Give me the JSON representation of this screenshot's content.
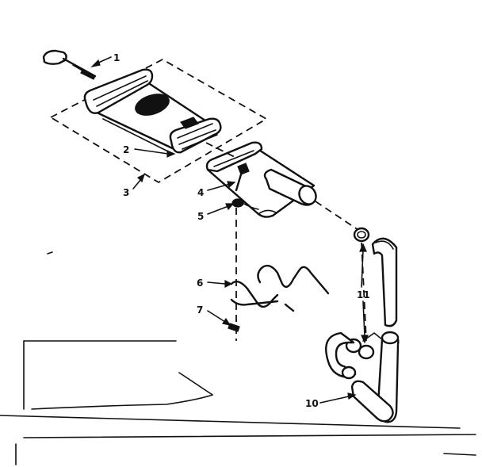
{
  "callouts": [
    {
      "id": "1",
      "label": "1"
    },
    {
      "id": "2",
      "label": "2"
    },
    {
      "id": "3",
      "label": "3"
    },
    {
      "id": "4",
      "label": "4"
    },
    {
      "id": "5",
      "label": "5"
    },
    {
      "id": "6",
      "label": "6"
    },
    {
      "id": "7",
      "label": "7"
    },
    {
      "id": "10",
      "label": "10"
    },
    {
      "id": "11",
      "label": "11"
    }
  ]
}
